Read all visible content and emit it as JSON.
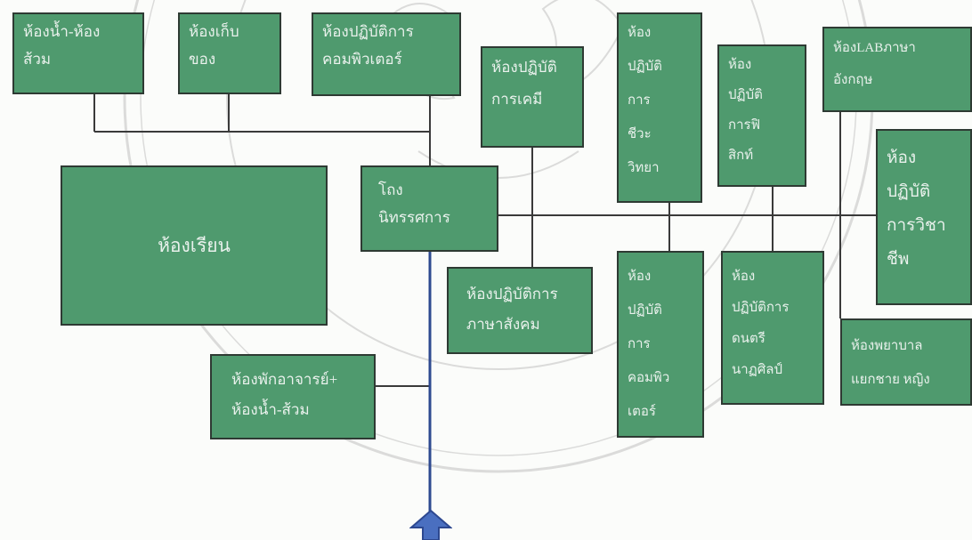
{
  "rooms": {
    "restroom_top": [
      "ห้องน้ำ-ห้อง",
      "ส้วม"
    ],
    "storage": [
      "ห้องเก็บ",
      "ของ"
    ],
    "computer_lab_top": [
      "ห้องปฏิบัติการ",
      "คอมพิวเตอร์"
    ],
    "chem_lab": [
      "ห้องปฏิบัติ",
      "การเคมี"
    ],
    "bio_lab": [
      "ห้อง",
      "ปฏิบัติ",
      "การ",
      "ชีวะ",
      "วิทยา"
    ],
    "physics_lab": [
      "ห้อง",
      "ปฏิบัติ",
      "การฟิ",
      "สิกท์"
    ],
    "english_lab": [
      "ห้องLABภาษา",
      "อังกฤษ"
    ],
    "classroom": [
      "ห้องเรียน"
    ],
    "auditorium": [
      "โถง",
      "นิทรรศการ"
    ],
    "vocational_lab": [
      "ห้อง",
      "ปฏิบัติ",
      "การวิชา",
      "ชีพ"
    ],
    "social_lab": [
      "ห้องปฏิบัติการ",
      "ภาษาสังคม"
    ],
    "computer_lab_bottom": [
      "ห้อง",
      "ปฏิบัติ",
      "การ",
      "คอมพิว",
      "เตอร์"
    ],
    "music_lab": [
      "ห้อง",
      "ปฏิบัติการ",
      "ดนตรี",
      "นาฏศิลป์"
    ],
    "nurse_room": [
      "ห้องพยาบาล",
      "แยกชาย หญิง"
    ],
    "teacher_room": [
      "ห้องพักอาจารย์+",
      "ห้องน้ำ-ส้วม"
    ]
  },
  "colors": {
    "room_fill": "#4f9a6e",
    "room_border": "#2e3a33",
    "room_text": "#e9f1ec",
    "connector": "#3a3a3a",
    "entrance_arrow": "#4a6fc0",
    "watermark": "#8a8a8a"
  },
  "icons": {
    "entrance": "up-arrow-icon",
    "watermark": "university-seal-icon"
  }
}
